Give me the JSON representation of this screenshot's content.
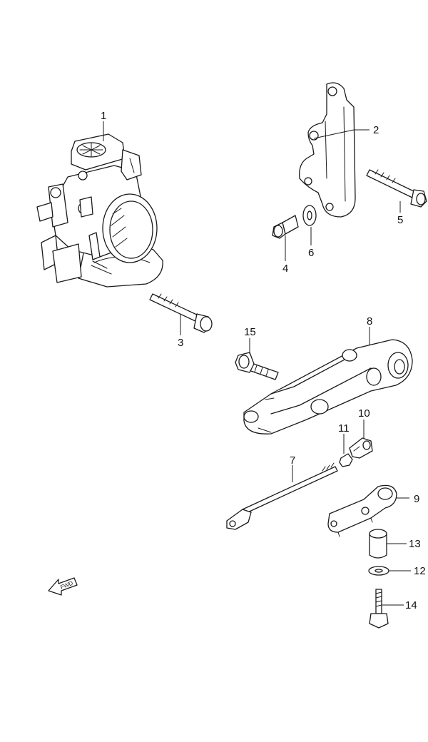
{
  "callouts": {
    "c1": "1",
    "c2": "2",
    "c3": "3",
    "c4": "4",
    "c5": "5",
    "c6": "6",
    "c7": "7",
    "c8": "8",
    "c9": "9",
    "c10": "10",
    "c11": "11",
    "c12": "12",
    "c13": "13",
    "c14": "14",
    "c15": "15"
  },
  "fwd_label": "FWD",
  "colors": {
    "line": "#1a1a1a",
    "background": "#ffffff"
  }
}
